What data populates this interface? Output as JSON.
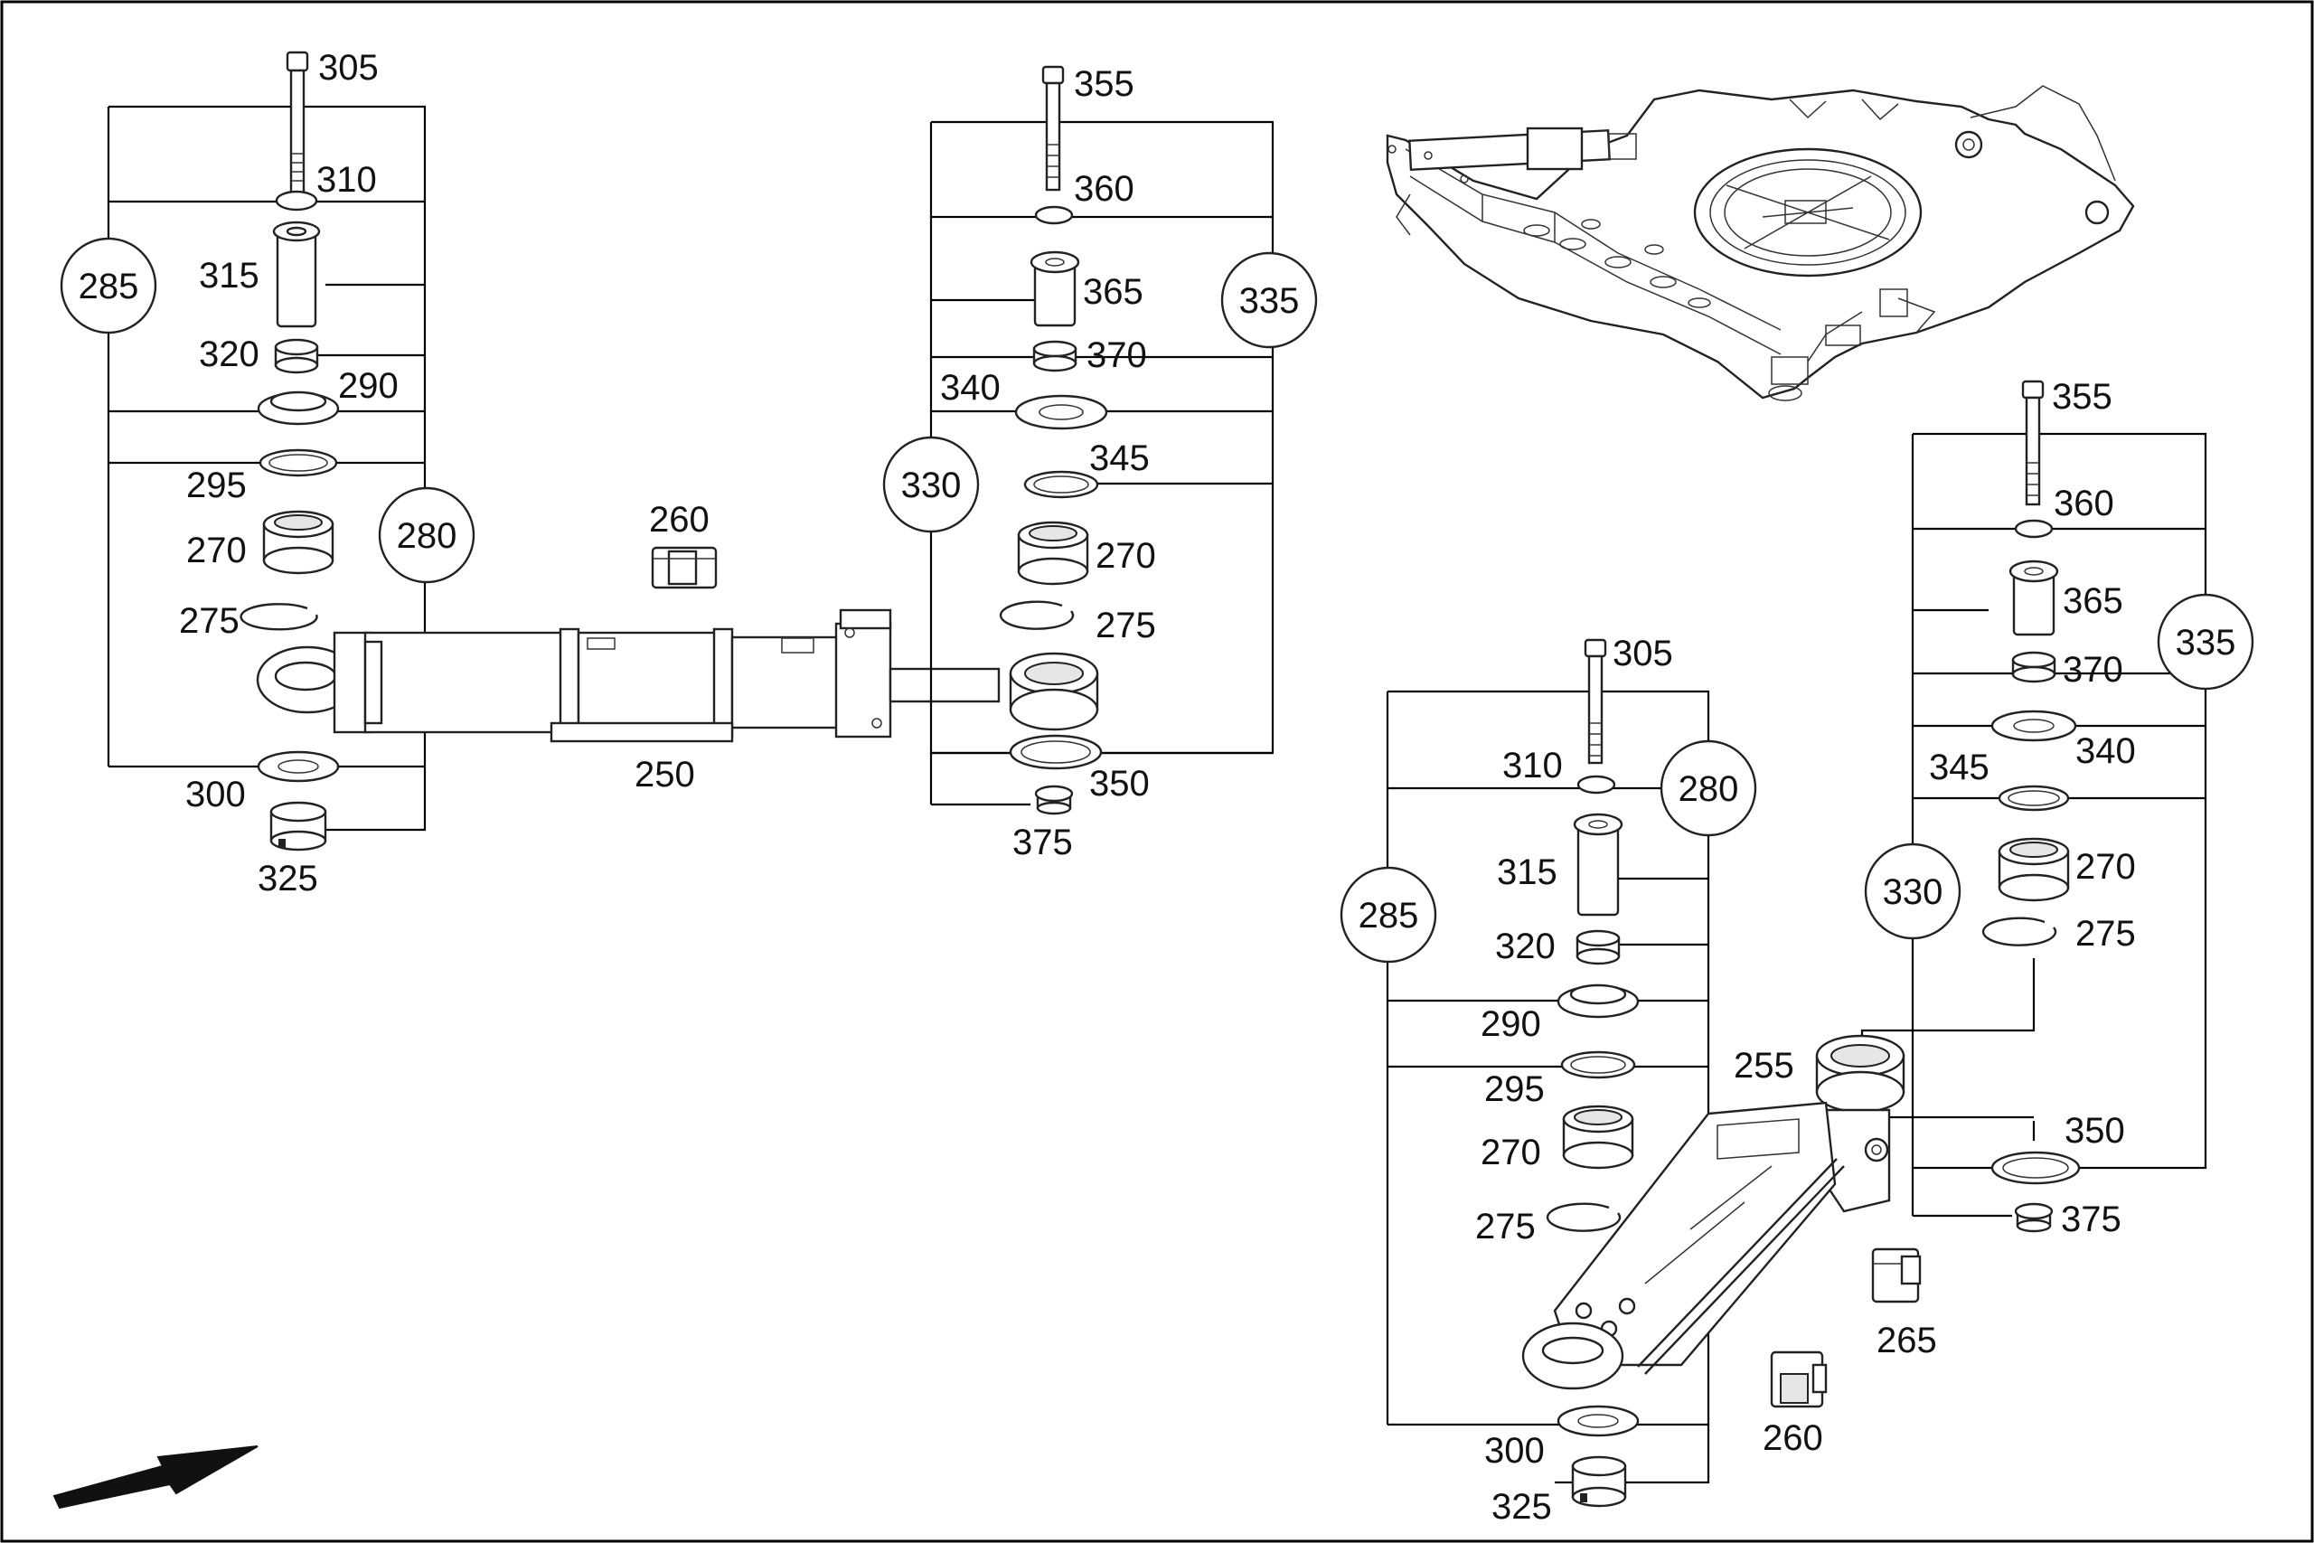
{
  "labels": {
    "c1_305": "305",
    "c1_310": "310",
    "c1_315": "315",
    "c1_320": "320",
    "c1_290": "290",
    "c1_295": "295",
    "c1_270": "270",
    "c1_275": "275",
    "c1_300": "300",
    "c1_325": "325",
    "c1_250": "250",
    "c1_260": "260",
    "c2_355": "355",
    "c2_360": "360",
    "c2_365": "365",
    "c2_370": "370",
    "c2_340": "340",
    "c2_345": "345",
    "c2_270": "270",
    "c2_275": "275",
    "c2_350": "350",
    "c2_375": "375",
    "c3_305": "305",
    "c3_310": "310",
    "c3_315": "315",
    "c3_320": "320",
    "c3_290": "290",
    "c3_295": "295",
    "c3_270": "270",
    "c3_275": "275",
    "c3_300": "300",
    "c3_325": "325",
    "c3_255": "255",
    "c3_265": "265",
    "c3_260": "260",
    "c4_355": "355",
    "c4_360": "360",
    "c4_365": "365",
    "c4_370": "370",
    "c4_340": "340",
    "c4_345": "345",
    "c4_270": "270",
    "c4_275": "275",
    "c4_350": "350",
    "c4_375": "375"
  },
  "refs": {
    "r1_285": "285",
    "r1_280": "280",
    "r1_335": "335",
    "r1_330": "330",
    "r2_335": "335",
    "r2_330": "330",
    "r2_285": "285",
    "r2_280": "280"
  }
}
